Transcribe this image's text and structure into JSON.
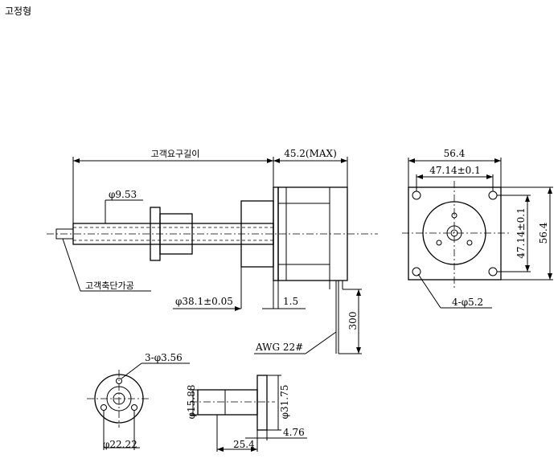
{
  "title": "고정형",
  "labels": {
    "customer_length": "고객요구길이",
    "max_length": "45.2(MAX)",
    "shaft_dia": "φ9.53",
    "customer_machining": "고객축단가공",
    "boss_dia": "φ38.1±0.05",
    "boss_height": "1.5",
    "lead_length": "300",
    "wire_gauge": "AWG 22#",
    "flange_width": "56.4",
    "hole_spacing_h": "47.14±0.1",
    "hole_spacing_v": "47.14±0.1",
    "flange_height": "56.4",
    "mount_holes": "4-φ5.2",
    "nut_holes": "3-φ3.56",
    "nut_pcd": "φ22.22",
    "nut_inner_dia": "φ15.88",
    "nut_flange_dia": "φ31.75",
    "nut_flange_thk": "4.76",
    "nut_length": "25.4"
  }
}
